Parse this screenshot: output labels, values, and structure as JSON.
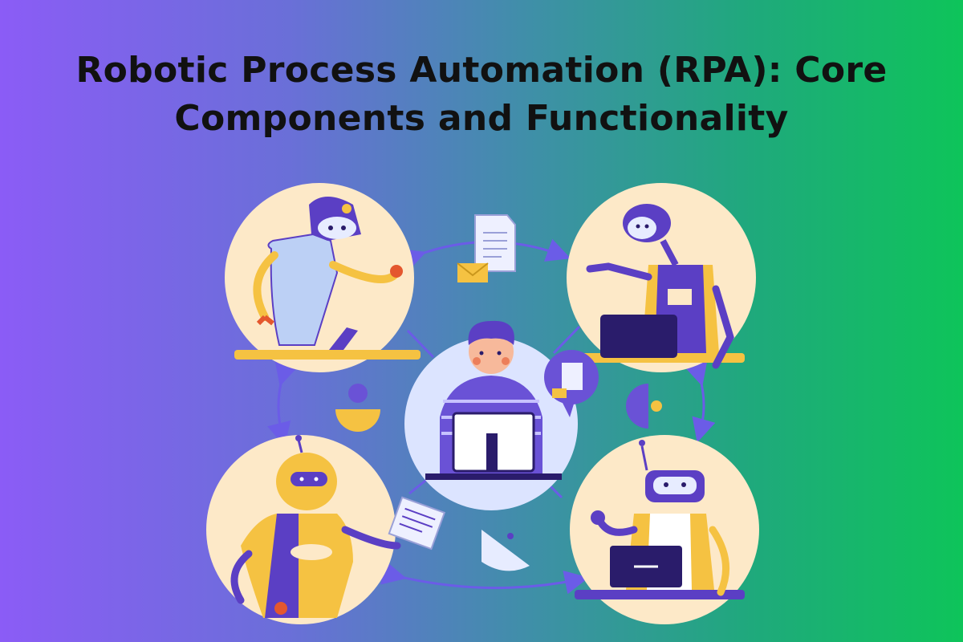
{
  "title": {
    "line1": "Robotic Process Automation (RPA): Core",
    "line2": "Components and Functionality"
  },
  "colors": {
    "background_left": "#8b5cf6",
    "background_right": "#0ec45a",
    "title_text": "#111111",
    "circle_fill": "#fde9c8",
    "robot_purple": "#5b3fc4",
    "robot_yellow": "#f5c242",
    "connector": "#6b5ce7"
  },
  "diagram": {
    "nodes": [
      {
        "id": "robot-top-left",
        "icon": "robot-with-wrench-icon"
      },
      {
        "id": "robot-top-right",
        "icon": "robot-with-laptop-icon"
      },
      {
        "id": "human-center",
        "icon": "person-at-computer-icon"
      },
      {
        "id": "robot-bottom-left",
        "icon": "robot-with-document-icon"
      },
      {
        "id": "robot-bottom-right",
        "icon": "robot-waving-laptop-icon"
      }
    ],
    "decorations": [
      "document-icon",
      "envelope-icon",
      "chat-bubble-document-icon",
      "half-circle-icon",
      "dot-icon"
    ]
  }
}
